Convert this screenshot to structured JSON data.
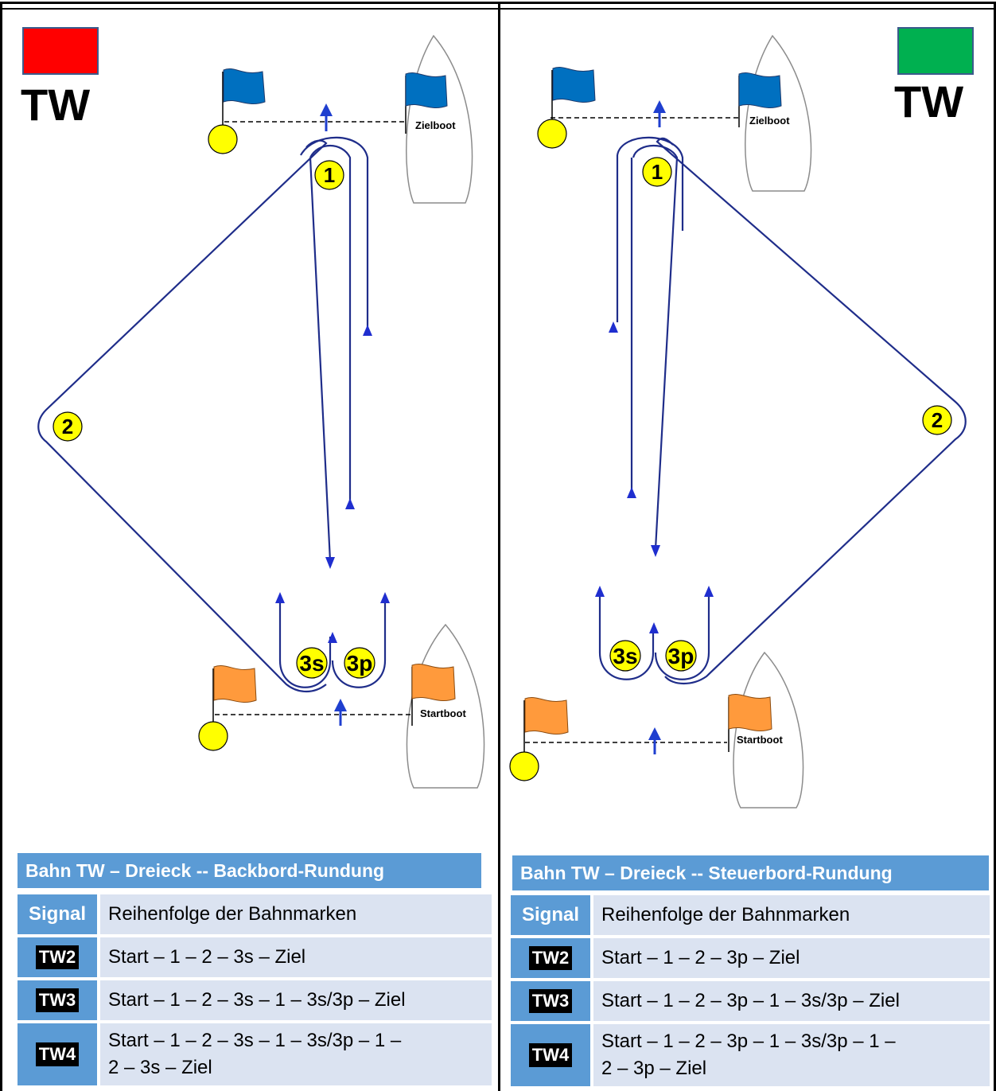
{
  "left": {
    "tw_label": "TW",
    "box_color": "#ff0000",
    "finish_boat": "Zielboot",
    "start_boat": "Startboot",
    "marks": [
      "1",
      "2",
      "3s",
      "3p"
    ],
    "title": "Bahn TW – Dreieck -- Backbord-Rundung",
    "header_signal": "Signal",
    "header_sequence": "Reihenfolge der Bahnmarken",
    "rows": [
      {
        "signal": "TW2",
        "sequence": "Start – 1 – 2 – 3s – Ziel"
      },
      {
        "signal": "TW3",
        "sequence": "Start – 1 – 2 – 3s – 1 – 3s/3p – Ziel"
      },
      {
        "signal": "TW4",
        "sequence_line1": "Start – 1 – 2 – 3s – 1 – 3s/3p – 1 –",
        "sequence_line2": "2 – 3s – Ziel"
      }
    ]
  },
  "right": {
    "tw_label": "TW",
    "box_color": "#00b050",
    "finish_boat": "Zielboot",
    "start_boat": "Startboot",
    "marks": [
      "1",
      "2",
      "3s",
      "3p"
    ],
    "title": "Bahn TW – Dreieck -- Steuerbord-Rundung",
    "header_signal": "Signal",
    "header_sequence": "Reihenfolge der Bahnmarken",
    "rows": [
      {
        "signal": "TW2",
        "sequence": "Start – 1 – 2 – 3p – Ziel"
      },
      {
        "signal": "TW3",
        "sequence": "Start – 1 – 2 – 3p – 1 – 3s/3p – Ziel"
      },
      {
        "signal": "TW4",
        "sequence_line1": "Start – 1 – 2 – 3p – 1 – 3s/3p – 1 –",
        "sequence_line2": "2 – 3p – Ziel"
      }
    ]
  },
  "colors": {
    "course_line": "#1f2d8a",
    "mark_fill": "#ffff00",
    "finish_flag": "#0070c0",
    "start_flag": "#ff9a3c",
    "header_blue": "#5b9bd5",
    "row_blue": "#dbe3f1",
    "arrow_blue": "#1f3fcf"
  }
}
